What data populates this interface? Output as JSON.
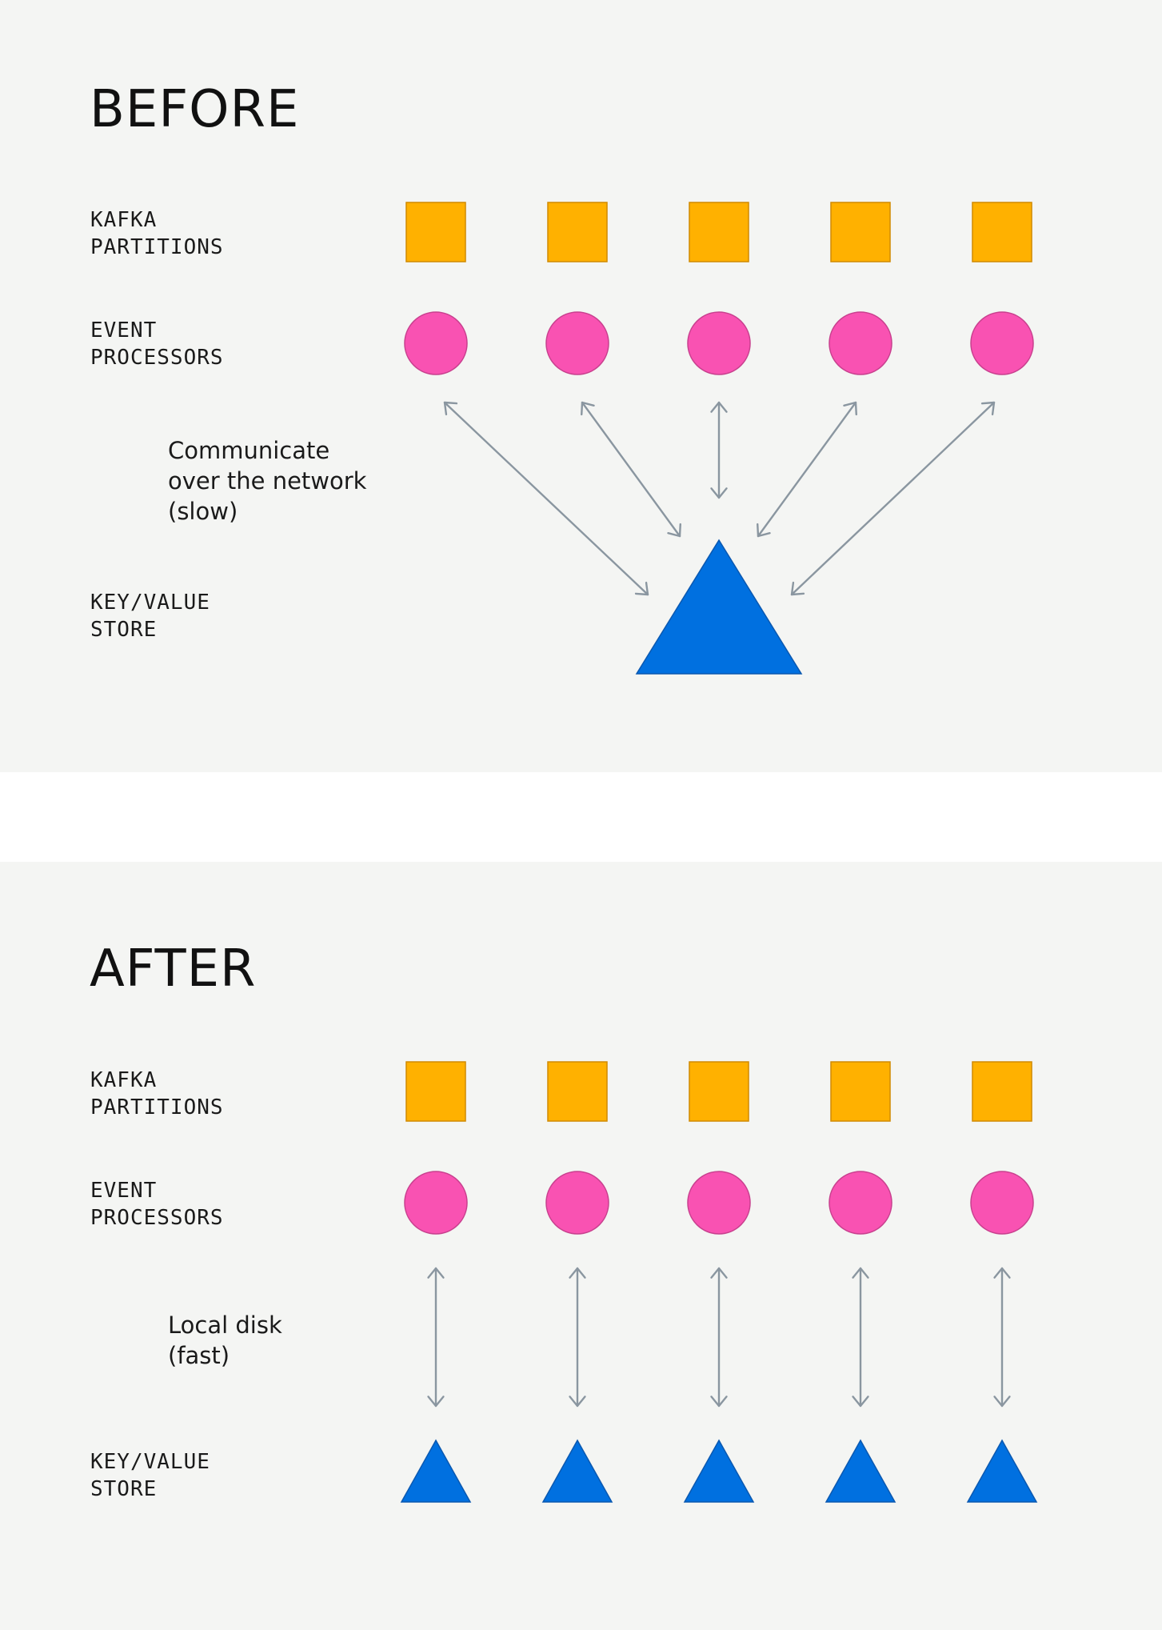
{
  "before": {
    "title": "BEFORE",
    "rows": {
      "partitions": [
        "KAFKA",
        "PARTITIONS"
      ],
      "processors": [
        "EVENT",
        "PROCESSORS"
      ],
      "store": [
        "KEY/VALUE",
        "STORE"
      ]
    },
    "note": [
      "Communicate",
      "over the network",
      "(slow)"
    ]
  },
  "after": {
    "title": "AFTER",
    "rows": {
      "partitions": [
        "KAFKA",
        "PARTITIONS"
      ],
      "processors": [
        "EVENT",
        "PROCESSORS"
      ],
      "store": [
        "KEY/VALUE",
        "STORE"
      ]
    },
    "note": [
      "Local disk",
      "(fast)"
    ]
  },
  "colors": {
    "partition": "#ffb100",
    "processor": "#f952b2",
    "store": "#0070e0",
    "arrow": "#8a96a0",
    "panel": "#f4f5f3"
  },
  "icons": {
    "partition": "square-icon",
    "processor": "circle-icon",
    "store": "triangle-icon",
    "link": "double-arrow-icon"
  }
}
